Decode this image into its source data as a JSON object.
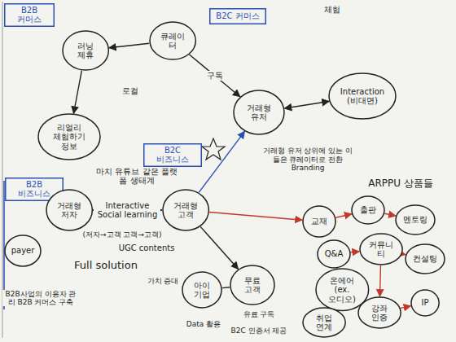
{
  "diagram": {
    "nodes": [
      {
        "text": [
          "B2B 커머스"
        ]
      },
      {
        "text": [
          "러닝 제휴"
        ]
      },
      {
        "text": [
          "큐레이터"
        ]
      },
      {
        "text": [
          "B2C 커머스"
        ]
      },
      {
        "text": [
          "거래형 유저"
        ]
      },
      {
        "text": [
          "Interaction (비대면)"
        ]
      },
      {
        "text": [
          "리얼리 체험하기 정보"
        ]
      },
      {
        "text": [
          "B2B 비즈니스"
        ]
      },
      {
        "text": [
          "B2C 비즈니스"
        ]
      },
      {
        "text": [
          "거래형 저자"
        ]
      },
      {
        "text": [
          "거래형 고객"
        ]
      },
      {
        "text": [
          "payer"
        ]
      },
      {
        "text": [
          "아이 기업"
        ]
      },
      {
        "text": [
          "무료 고객"
        ]
      },
      {
        "text": [
          "교재"
        ]
      },
      {
        "text": [
          "출판"
        ]
      },
      {
        "text": [
          "멘토링"
        ]
      },
      {
        "text": [
          "Q&A"
        ]
      },
      {
        "text": [
          "커뮤니티"
        ]
      },
      {
        "text": [
          "온에어 (ex. 오디오)"
        ]
      },
      {
        "text": [
          "컨설팅"
        ]
      },
      {
        "text": [
          "취업 연계"
        ]
      },
      {
        "text": [
          "강좌 인증"
        ]
      },
      {
        "text": [
          "IP"
        ]
      }
    ],
    "edges": [
      {
        "from": 2,
        "to": 1,
        "arrow": "to"
      },
      {
        "from": 2,
        "to": 4,
        "label": "구독",
        "arrow": "to"
      },
      {
        "from": 4,
        "to": 5,
        "arrow": "both"
      },
      {
        "from": 1,
        "to": 6,
        "arrow": "to"
      },
      {
        "from": 9,
        "to": 10,
        "label": "Interactive Social learning",
        "arrow": "both"
      },
      {
        "from": 10,
        "to": 4,
        "arrow": "to"
      },
      {
        "from": 10,
        "to": 13,
        "arrow": "to"
      },
      {
        "from": 12,
        "to": 13,
        "arrow": "none"
      },
      {
        "from": 10,
        "to": 14,
        "arrow": "to"
      },
      {
        "from": 14,
        "to": 15,
        "arrow": "to"
      },
      {
        "from": 15,
        "to": 16,
        "arrow": "to"
      },
      {
        "from": 17,
        "to": 18,
        "arrow": "to"
      },
      {
        "from": 18,
        "to": 20,
        "arrow": "to"
      },
      {
        "from": 17,
        "to": 19,
        "arrow": "to"
      },
      {
        "from": 19,
        "to": 21,
        "arrow": "to"
      },
      {
        "from": 18,
        "to": 22,
        "arrow": "to"
      },
      {
        "from": 22,
        "to": 23,
        "arrow": "to"
      }
    ],
    "labels": [
      "체험",
      "로컬",
      "마치 유튜브 같은 플랫폼 생태계",
      "(저자→고객 고객→고객)",
      "UGC contents",
      "Full solution",
      "ARPPU 상품들",
      "거래형 유저 상위에 있는 이들은 큐레이터로 전환 Branding",
      "B2B사업의 이용자 관리 B2B 커머스 구축",
      "가치 증대",
      "Data 활용",
      "유료 구독",
      "B2C 인증서 제공"
    ]
  }
}
